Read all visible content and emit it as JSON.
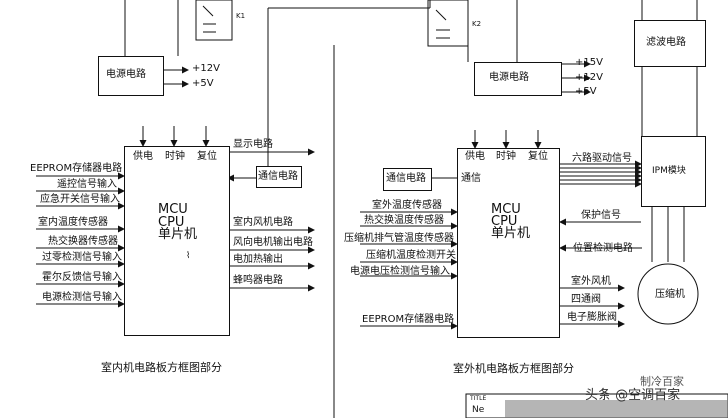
{
  "left": {
    "power_circuit": "电源电路",
    "relay": "K1",
    "v12": "+12V",
    "v5": "+5V",
    "mcu_top": [
      "供电",
      "时钟",
      "复位"
    ],
    "mcu_name": [
      "MCU",
      "CPU",
      "单片机"
    ],
    "comm": "通信电路",
    "inputs": [
      "EEPROM存储器电路",
      "遥控信号输入",
      "应急开关信号输入",
      "室内温度传感器",
      "热交换器传感器",
      "过零检测信号输入",
      "霍尔反馈信号输入",
      "电源检测信号输入"
    ],
    "outputs": [
      "显示电路",
      "室内风机电路",
      "风向电机输出电路",
      "电加热输出",
      "蜂鸣器电路"
    ],
    "caption": "室内机电路板方框图部分"
  },
  "right": {
    "power_circuit": "电源电路",
    "relay": "K2",
    "v15": "+15V",
    "v12": "+12V",
    "v5": "+5V",
    "filter": "滤波电路",
    "mcu_top": [
      "供电",
      "时钟",
      "复位"
    ],
    "mcu_name": [
      "MCU",
      "CPU",
      "单片机"
    ],
    "comm": "通信电路",
    "comm_label": "通信",
    "inputs": [
      "室外温度传感器",
      "热交换温度传感器",
      "压缩机排气管温度传感器",
      "压缩机温度检测开关",
      "电源电压检测信号输入"
    ],
    "eeprom": "EEPROM存储器电路",
    "six_drive": "六路驱动信号",
    "ipm": "IPM模块",
    "protect": "保护信号",
    "position": "位置检测电路",
    "outputs": [
      "室外风机",
      "四通阀",
      "电子膨胀阀"
    ],
    "compressor": "压缩机",
    "caption": "室外机电路板方框图部分",
    "title_block": [
      "TITLE",
      "Ne"
    ]
  },
  "watermark": "头条 @空调百家",
  "watermark_small": "制冷百家"
}
